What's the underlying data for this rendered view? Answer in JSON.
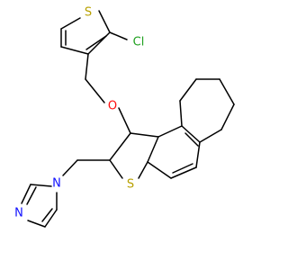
{
  "molecule": {
    "atoms": [
      {
        "label": "S",
        "color": "#B8A100"
      },
      {
        "label": "Cl",
        "color": "#1FA01F"
      },
      {
        "label": "O",
        "color": "#FF0D0D"
      },
      {
        "label": "S",
        "color": "#B8A100"
      },
      {
        "label": "N",
        "color": "#1010FF"
      },
      {
        "label": "N",
        "color": "#1010FF"
      }
    ]
  }
}
